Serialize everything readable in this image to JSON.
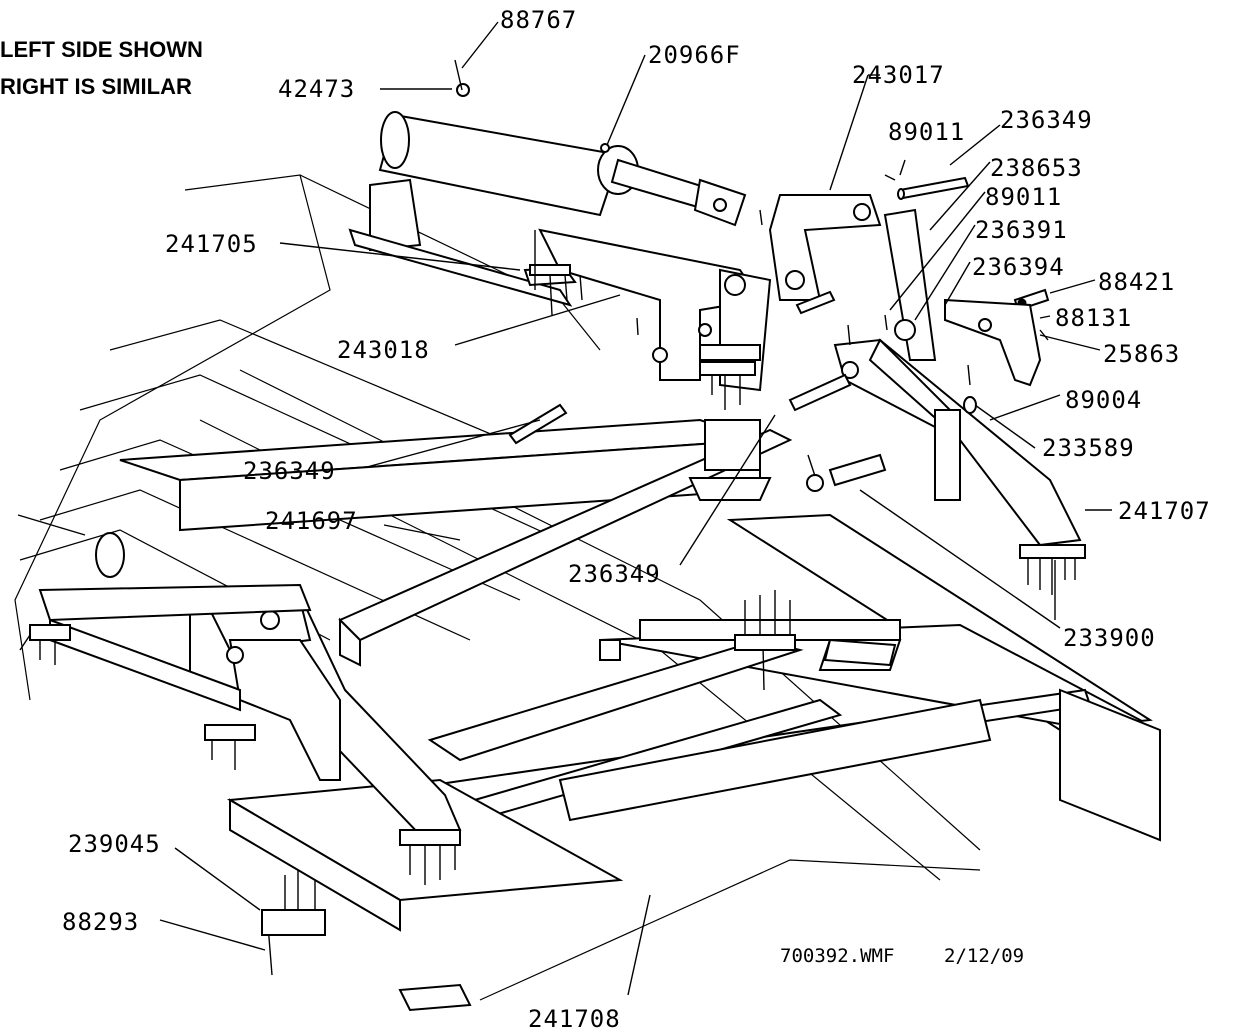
{
  "notes": {
    "line1": "LEFT SIDE SHOWN",
    "line2": "RIGHT IS SIMILAR"
  },
  "labels": {
    "p88767": "88767",
    "p20966F": "20966F",
    "p42473": "42473",
    "p243017": "243017",
    "p89011_a": "89011",
    "p236349_a": "236349",
    "p238653": "238653",
    "p89011_b": "89011",
    "p236391": "236391",
    "p236394": "236394",
    "p88421": "88421",
    "p88131": "88131",
    "p25863": "25863",
    "p89004": "89004",
    "p233589": "233589",
    "p241707": "241707",
    "p233900": "233900",
    "p241705": "241705",
    "p243018": "243018",
    "p236349_b": "236349",
    "p241697": "241697",
    "p236349_c": "236349",
    "p239045": "239045",
    "p88293": "88293",
    "p241708": "241708"
  },
  "footer": {
    "file": "700392.WMF",
    "date": "2/12/09"
  }
}
